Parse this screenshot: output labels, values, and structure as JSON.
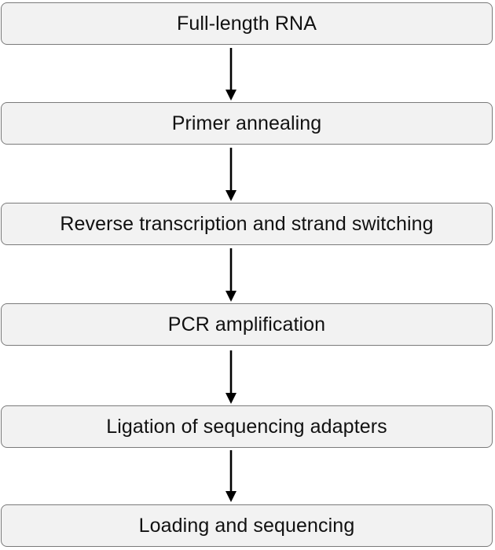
{
  "flowchart": {
    "steps": [
      {
        "label": "Full-length RNA"
      },
      {
        "label": "Primer annealing"
      },
      {
        "label": "Reverse transcription and strand switching"
      },
      {
        "label": "PCR amplification"
      },
      {
        "label": "Ligation of sequencing adapters"
      },
      {
        "label": "Loading and sequencing"
      }
    ],
    "colors": {
      "box_fill": "#f2f2f2",
      "box_border": "#7a7a7a",
      "arrow": "#000000",
      "text": "#111111"
    }
  }
}
